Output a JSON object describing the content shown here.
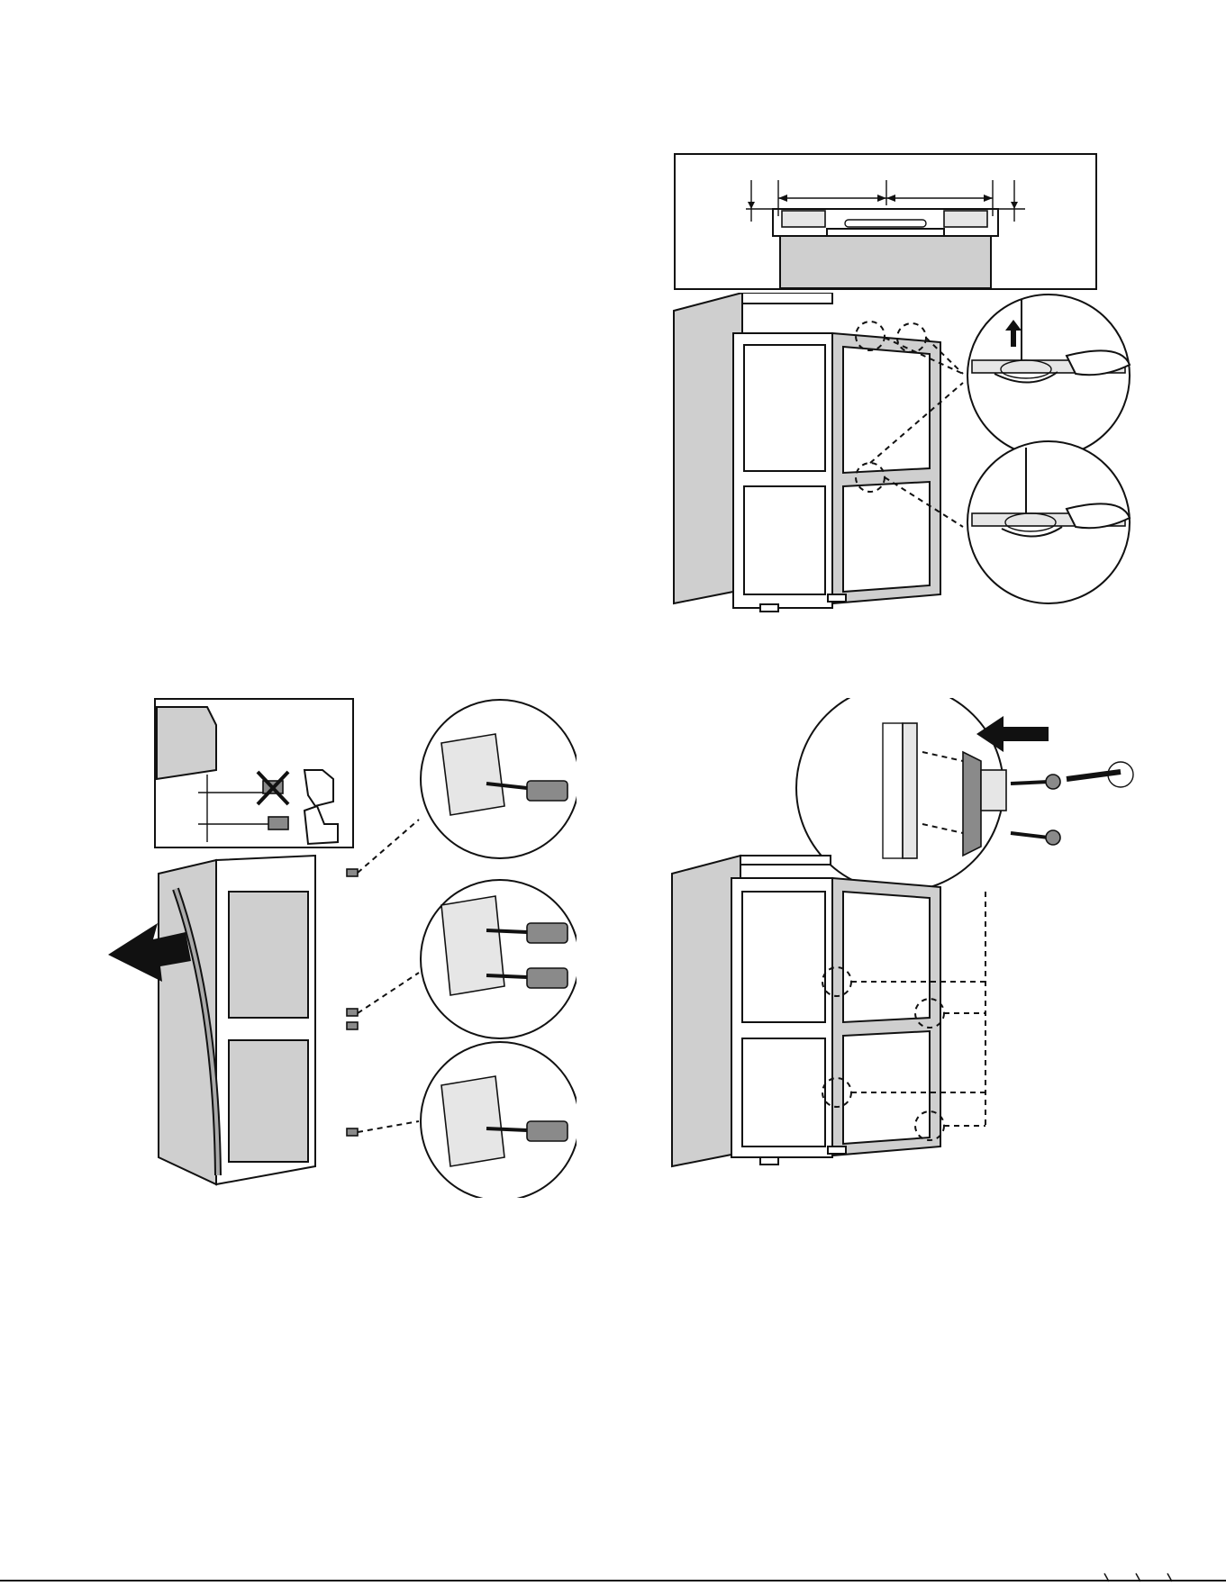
{
  "page": {
    "background": "#ffffff",
    "line_color": "#111111",
    "panel_gray": "#cfcfcf"
  },
  "figures": [
    {
      "id": "fig-top-right",
      "description_icon": "bracket-dimension-icon"
    },
    {
      "id": "fig-hinge-adjust",
      "description_icon": "screwdriver-icon"
    },
    {
      "id": "fig-cover-caps",
      "description_icon": "cover-cap-icon"
    },
    {
      "id": "fig-door-bracket",
      "description_icon": "bracket-screw-icon"
    }
  ]
}
